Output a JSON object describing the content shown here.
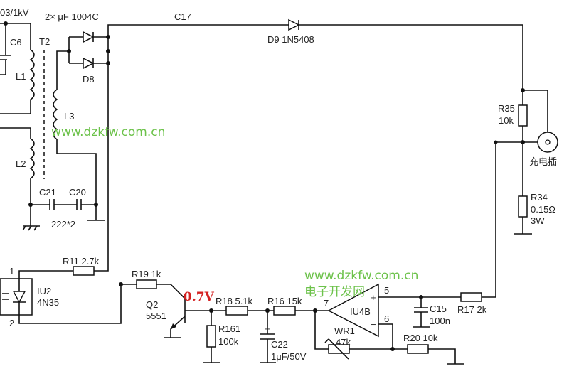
{
  "labels": {
    "top_left": "03/1kV",
    "cap_spec": "2× μF 1004C",
    "c6": "C6",
    "t2": "T2",
    "l1": "L1",
    "l2": "L2",
    "l3": "L3",
    "d8": "D8",
    "c21": "C21",
    "c20": "C20",
    "c_spec": "222*2",
    "c17": "C17",
    "d9": "D9 1N5408",
    "r35": "R35",
    "r35_val": "10k",
    "jack": "充电插",
    "r34": "R34",
    "r34_val": "0.15Ω",
    "r34_power": "3W",
    "r11": "R11 2.7k",
    "pin1": "1",
    "pin2": "2",
    "iu2": "IU2",
    "iu2_part": "4N35",
    "r19": "R19 1k",
    "q2": "Q2",
    "q2_part": "5551",
    "voltage": "0.7V",
    "r18": "R18 5.1k",
    "r161": "R161",
    "r161_val": "100k",
    "r16": "R16 15k",
    "c22": "C22",
    "c22_val": "1μF/50V",
    "c22_plus": "+",
    "pin7": "7",
    "pin5": "5",
    "pin6": "6",
    "iu4b": "IU4B",
    "plus": "+",
    "minus": "−",
    "wr1": "WR1",
    "wr1_val": "47k",
    "c15": "C15",
    "c15_val": "100n",
    "r17": "R17 2k",
    "r20": "R20 10k"
  },
  "watermark": {
    "url_1": "www.dzkfw.com.cn",
    "url_2": "www.dzkfw.com.cn",
    "site_name": "电子开发网"
  },
  "colors": {
    "watermark": "#6cc24a",
    "voltage": "#d42020"
  }
}
